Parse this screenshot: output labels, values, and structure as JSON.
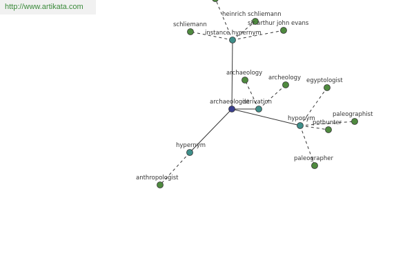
{
  "header": {
    "url": "http://www.artikata.com"
  },
  "colors": {
    "center": "#3a3f8f",
    "relation": "#3f8f8a",
    "leaf": "#4f8a3f",
    "edge": "#333333"
  },
  "graph": {
    "nodes": [
      {
        "id": "archaeologist",
        "label": "archaeologist",
        "kind": "center"
      },
      {
        "id": "instance-hypernym",
        "label": "instance hypernym",
        "kind": "relation"
      },
      {
        "id": "derivation",
        "label": "derivation",
        "kind": "relation"
      },
      {
        "id": "hyponym",
        "label": "hyponym",
        "kind": "relation"
      },
      {
        "id": "hypernym",
        "label": "hypernym",
        "kind": "relation"
      },
      {
        "id": "heinrich-schliemann",
        "label": "heinrich schliemann",
        "kind": "leaf"
      },
      {
        "id": "schliemann",
        "label": "schliemann",
        "kind": "leaf"
      },
      {
        "id": "sir-arthur-john-evans",
        "label": "sir arthur john evans",
        "kind": "leaf"
      },
      {
        "id": "archaeology",
        "label": "archaeology",
        "kind": "leaf"
      },
      {
        "id": "archeology",
        "label": "archeology",
        "kind": "leaf"
      },
      {
        "id": "egyptologist",
        "label": "egyptologist",
        "kind": "leaf"
      },
      {
        "id": "paleographist",
        "label": "paleographist",
        "kind": "leaf"
      },
      {
        "id": "pothunter",
        "label": "pothunter",
        "kind": "leaf"
      },
      {
        "id": "paleographer",
        "label": "paleographer",
        "kind": "leaf"
      },
      {
        "id": "anthropologist",
        "label": "anthropologist",
        "kind": "leaf"
      },
      {
        "id": "offscreen",
        "label": "",
        "kind": "leaf"
      }
    ],
    "edges": [
      {
        "from": "archaeologist",
        "to": "instance-hypernym",
        "style": "solid"
      },
      {
        "from": "archaeologist",
        "to": "derivation",
        "style": "solid"
      },
      {
        "from": "archaeologist",
        "to": "hyponym",
        "style": "solid"
      },
      {
        "from": "archaeologist",
        "to": "hypernym",
        "style": "solid"
      },
      {
        "from": "instance-hypernym",
        "to": "heinrich-schliemann",
        "style": "dashed"
      },
      {
        "from": "instance-hypernym",
        "to": "schliemann",
        "style": "dashed"
      },
      {
        "from": "instance-hypernym",
        "to": "sir-arthur-john-evans",
        "style": "dashed"
      },
      {
        "from": "instance-hypernym",
        "to": "offscreen",
        "style": "dashed"
      },
      {
        "from": "derivation",
        "to": "archaeology",
        "style": "dashed"
      },
      {
        "from": "derivation",
        "to": "archeology",
        "style": "dashed"
      },
      {
        "from": "hyponym",
        "to": "egyptologist",
        "style": "dashed"
      },
      {
        "from": "hyponym",
        "to": "paleographist",
        "style": "dashed"
      },
      {
        "from": "hyponym",
        "to": "pothunter",
        "style": "dashed"
      },
      {
        "from": "hyponym",
        "to": "paleographer",
        "style": "dashed"
      },
      {
        "from": "hypernym",
        "to": "anthropologist",
        "style": "dashed"
      }
    ]
  }
}
